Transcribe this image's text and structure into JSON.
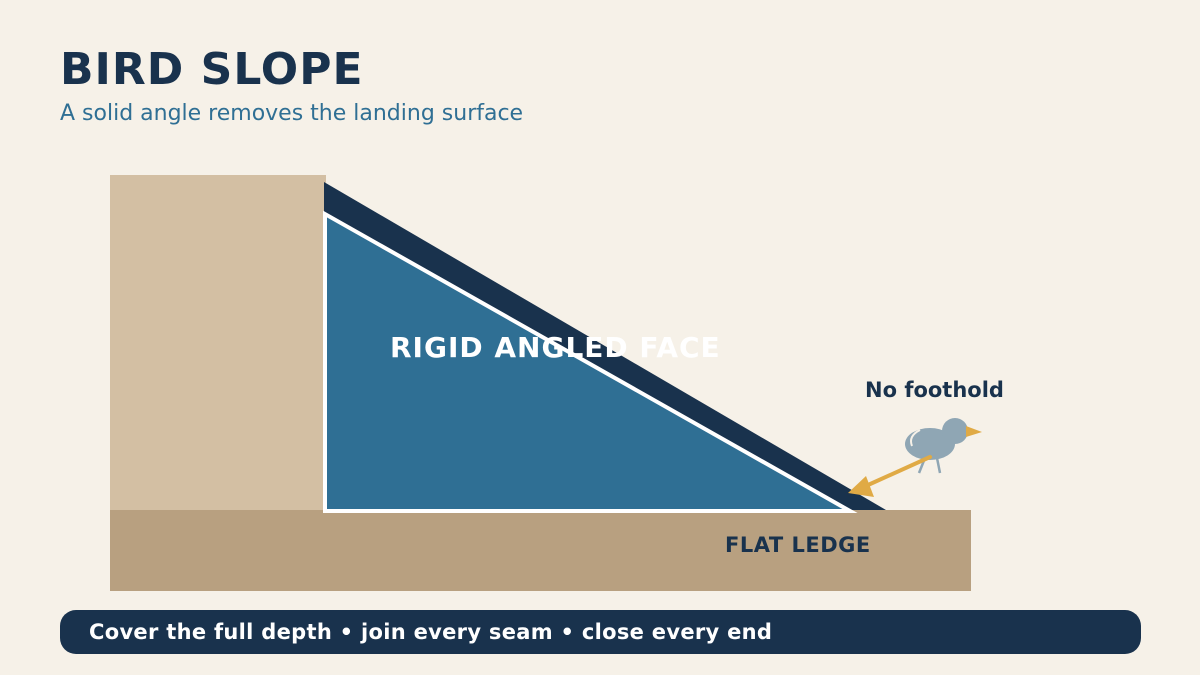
{
  "header": {
    "title": "BIRD SLOPE",
    "subtitle": "A solid angle removes the landing surface"
  },
  "diagram": {
    "face_label": "RIGID ANGLED FACE",
    "ledge_label": "FLAT LEDGE",
    "bird_label": "No foothold",
    "colors": {
      "wall": "#d3bfa3",
      "ledge": "#b8a080",
      "face": "#2f6f94",
      "cap": "#19324d",
      "bird": "#8fa6b4",
      "arrow": "#e0aa45"
    },
    "icons": {
      "bird": "bird-icon",
      "arrow": "arrow-icon"
    }
  },
  "footer": {
    "text": "Cover the full depth • join every seam • close every end"
  }
}
